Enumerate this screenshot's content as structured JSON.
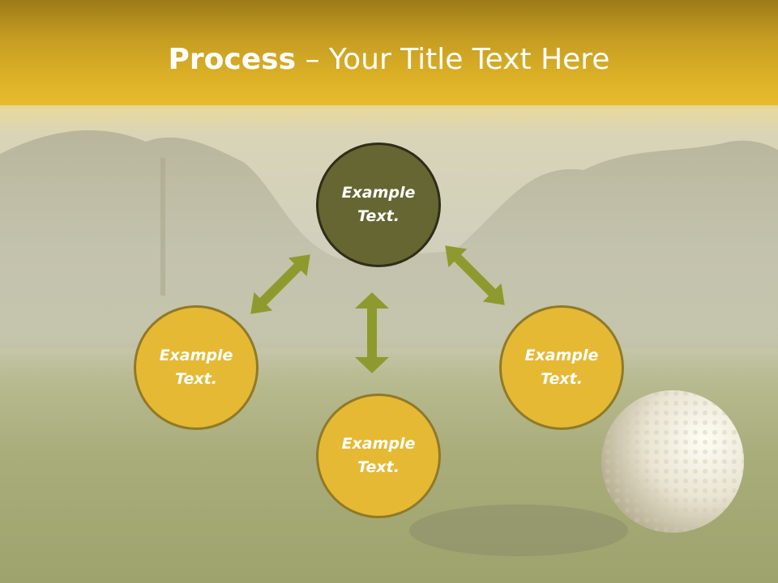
{
  "slide": {
    "title_bold": "Process",
    "title_sep": " – ",
    "title_rest": "Your Title Text Here"
  },
  "nodes": {
    "top": "Example Text.",
    "left": "Example Text.",
    "right": "Example Text.",
    "bottom": "Example Text."
  },
  "colors": {
    "node_fill": "#e5b934",
    "node_center_fill": "#666633",
    "arrow": "#8e9a2e",
    "title_band": "#e0b428"
  }
}
